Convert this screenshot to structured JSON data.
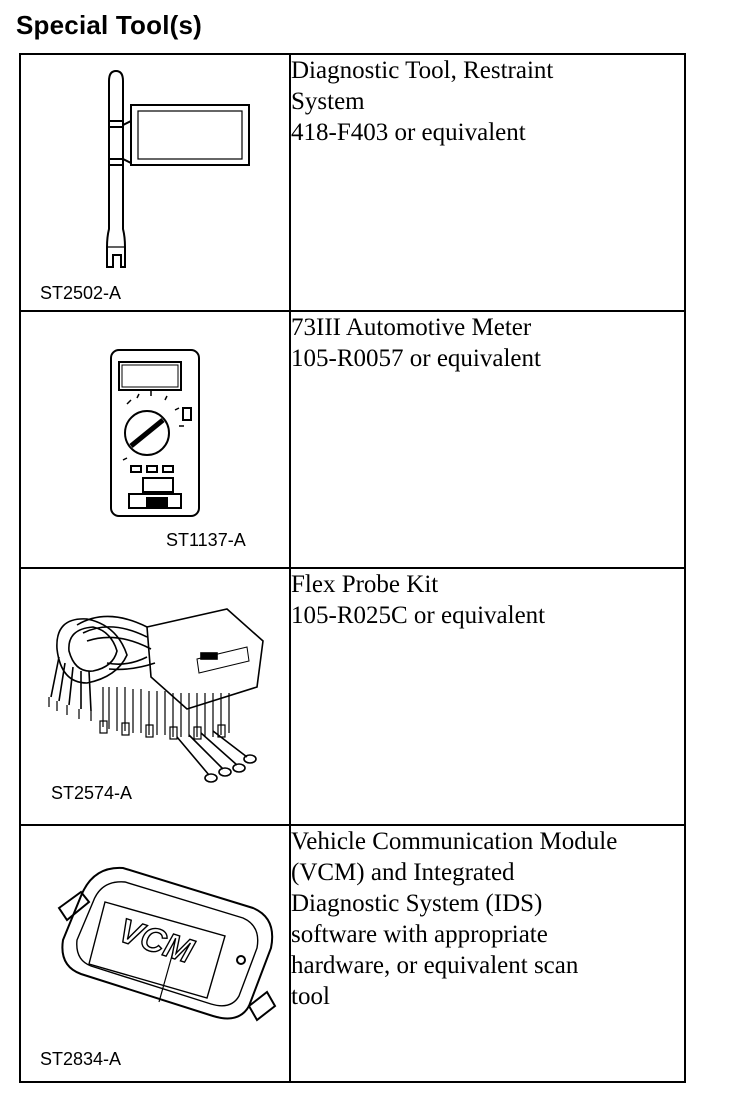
{
  "heading": "Special Tool(s)",
  "tools": [
    {
      "code": "ST2502-A",
      "lines": [
        "Diagnostic Tool, Restraint",
        "System",
        "418-F403 or equivalent"
      ]
    },
    {
      "code": "ST1137-A",
      "lines": [
        "73III Automotive Meter",
        "105-R0057 or equivalent"
      ]
    },
    {
      "code": "ST2574-A",
      "lines": [
        "Flex Probe Kit",
        "105-R025C or equivalent"
      ]
    },
    {
      "code": "ST2834-A",
      "lines": [
        "Vehicle Communication Module",
        "(VCM) and Integrated",
        "Diagnostic System (IDS)",
        "software with appropriate",
        "hardware, or equivalent scan",
        "tool"
      ]
    }
  ],
  "illustrations": {
    "vcm_logo": "VCM"
  }
}
